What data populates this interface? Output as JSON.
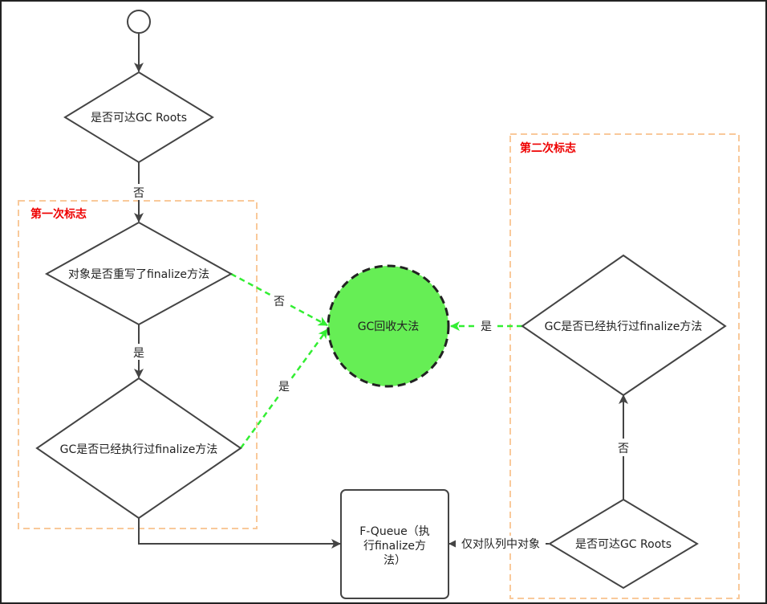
{
  "colors": {
    "stroke": "#444444",
    "green_edge": "#33ee33",
    "gc_fill": "#66ee55",
    "group_border": "#f9c99a",
    "group_title": "#ee0000"
  },
  "groups": {
    "first_mark": {
      "title": "第一次标志"
    },
    "second_mark": {
      "title": "第二次标志"
    }
  },
  "nodes": {
    "start": {
      "shape": "circle",
      "label": ""
    },
    "reachable_1": {
      "shape": "diamond",
      "label": "是否可达GC Roots"
    },
    "overrode_finalize": {
      "shape": "diamond",
      "label": "对象是否重写了finalize方法"
    },
    "executed_finalize_1": {
      "shape": "diamond",
      "label": "GC是否已经执行过finalize方法"
    },
    "gc_collect": {
      "shape": "circle",
      "label": "GC回收大法"
    },
    "fqueue": {
      "shape": "rect",
      "lines": [
        "F-Queue（执",
        "行finalize方",
        "法）"
      ]
    },
    "reachable_2": {
      "shape": "diamond",
      "label": "是否可达GC Roots"
    },
    "executed_finalize_2": {
      "shape": "diamond",
      "label": "GC是否已经执行过finalize方法"
    }
  },
  "edges": {
    "no_1": "否",
    "yes_1": "是",
    "no_to_gc": "否",
    "yes_to_gc": "是",
    "only_queue_objects": "仅对队列中对象",
    "no_2": "否",
    "yes_2": "是"
  }
}
